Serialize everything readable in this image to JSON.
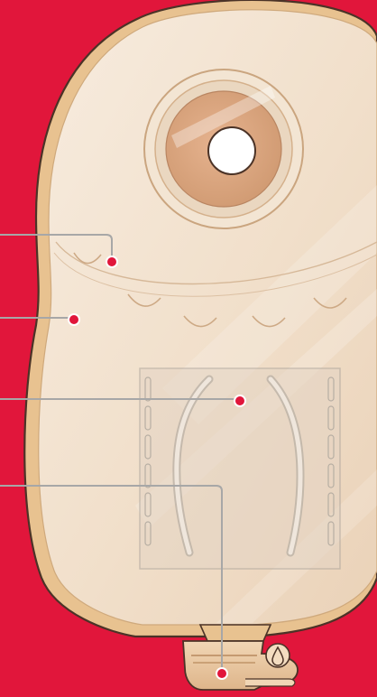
{
  "illustration": {
    "subject": "urostomy-pouch",
    "colors": {
      "background": "#e1163b",
      "pouch_body": "#f2e1cd",
      "pouch_outline": "#4b3327",
      "pouch_rim": "#e7c38f",
      "flange": "#d8ab86",
      "flange_inner": "#d9a07c",
      "stoma_hole": "#ffffff",
      "valve_fill": "#eac9a2",
      "leader_line": "#a7a7a7",
      "marker": "#e1163b"
    },
    "callouts": [
      {
        "icon": "comfort-panel-dot"
      },
      {
        "icon": "pouch-seam-dot"
      },
      {
        "icon": "anti-reflux-panel-dot"
      },
      {
        "icon": "drain-tap-dot"
      }
    ]
  }
}
